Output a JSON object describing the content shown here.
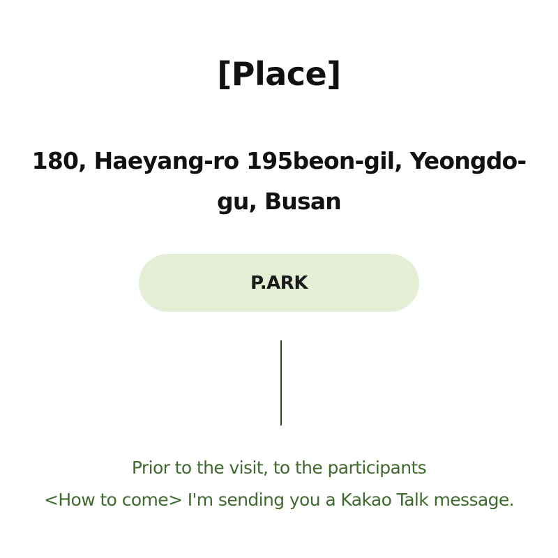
{
  "section": {
    "title": "[Place]",
    "address": "180, Haeyang-ro 195beon-gil, Yeongdo-gu, Busan",
    "venue_button_label": "P.ARK"
  },
  "notice": {
    "line1": "Prior to the visit, to the participants",
    "line2": "<How to come> I'm sending you a Kakao Talk message."
  },
  "colors": {
    "button_background": "#e4efd6",
    "accent_green": "#3f6a2d",
    "divider": "#2e4a1e"
  }
}
